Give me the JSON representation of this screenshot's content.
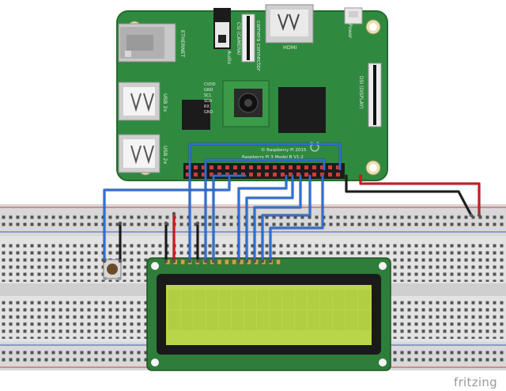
{
  "board": {
    "ethernet_label": "ETHERNET",
    "usb_label_1": "USB 2x",
    "usb_label_2": "USB 2x",
    "audio_label": "Audio",
    "csi_label": "CSI (CAMERA)",
    "camera_connector_label": "camera connector",
    "hdmi_label": "HDMI",
    "power_label": "Power",
    "dsi_label": "DSI (DISPLAY)",
    "camera_pins": [
      "CVDD",
      "GND",
      "SCL",
      "SDA",
      "RX",
      "GND"
    ],
    "copyright": "© Raspberry Pi 2015",
    "model": "Raspberry Pi 3 Model B V1.2"
  },
  "watermark": "fritzing",
  "colors": {
    "board_green": "#2f8a3f",
    "wire_blue": "#2f6fd6",
    "wire_red": "#d01818",
    "wire_black": "#1a1a1a",
    "lcd_screen": "#b9d64a",
    "lcd_pcb": "#2f7d3a"
  }
}
